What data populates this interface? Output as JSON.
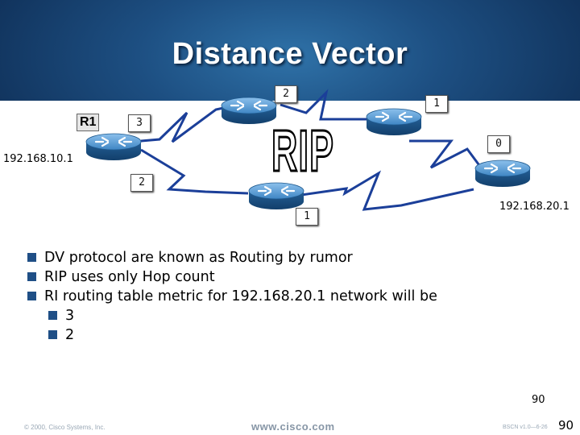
{
  "slide": {
    "title": "Distance Vector",
    "rip_graphic_text": "RIP"
  },
  "routers": {
    "r1_label": "R1"
  },
  "networks": {
    "left_ip": "192.168.10.1",
    "right_ip": "192.168.20.1"
  },
  "hop_counts": {
    "r1": "3",
    "top_center": "2",
    "top_right": "1",
    "right": "0",
    "below_r1": "2",
    "bottom_center": "1"
  },
  "bullets": [
    "DV protocol are known as Routing by rumor",
    "RIP uses only Hop count",
    "RI routing table metric for 192.168.20.1 network will be"
  ],
  "options": [
    "3",
    "2"
  ],
  "page_number_small": "90",
  "page_number_large": "90",
  "footer": {
    "copyright": "© 2000, Cisco Systems, Inc.",
    "website": "www.cisco.com",
    "course_code": "BSCN v1.0—6-26"
  },
  "colors": {
    "header_blue": "#1d4f82",
    "router_blue": "#2a6fa8",
    "link_blue": "#1b3f99",
    "bullet_box": "#1f4f86"
  }
}
